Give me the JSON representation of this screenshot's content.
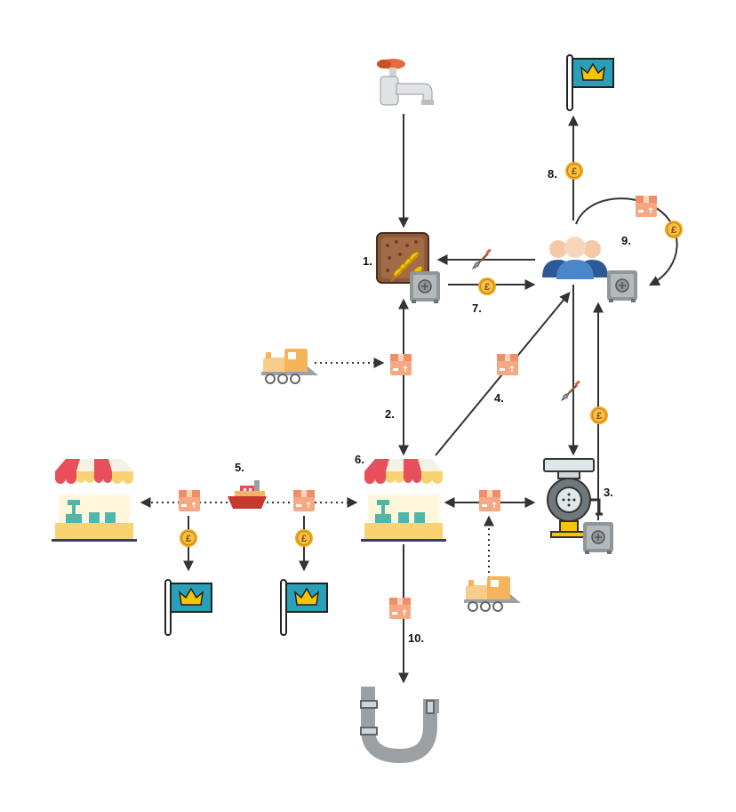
{
  "labels": {
    "step1": "1.",
    "step2": "2.",
    "step3": "3.",
    "step4": "4.",
    "step5": "5.",
    "step6": "6.",
    "step7": "7.",
    "step8": "8.",
    "step9": "9.",
    "step10": "10."
  },
  "symbols": {
    "coin": "£"
  },
  "colors": {
    "line": "#333333",
    "box": "#f5a882",
    "coin": "#f2a71b",
    "flag": "#2a9fb8",
    "crown": "#f6c500",
    "awning_red": "#e94e5b",
    "awning_yellow": "#f9d372",
    "people": "#3a6fb0",
    "safe": "#8f979b"
  }
}
